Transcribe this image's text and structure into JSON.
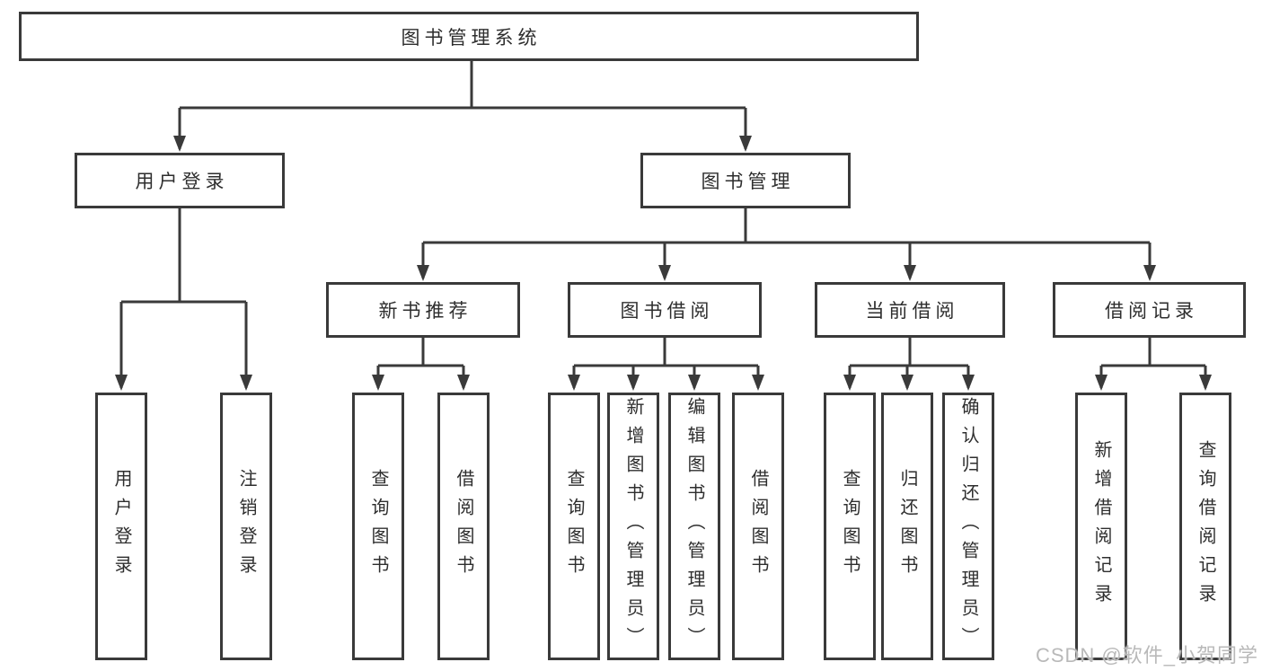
{
  "diagram": {
    "root": {
      "label": "图书管理系统"
    },
    "level2": [
      {
        "label": "用户登录",
        "leaves": [
          "用户登录",
          "注销登录"
        ]
      },
      {
        "label": "图书管理"
      }
    ],
    "level3": [
      {
        "label": "新书推荐",
        "leaves": [
          "查询图书",
          "借阅图书"
        ]
      },
      {
        "label": "图书借阅",
        "leaves": [
          "查询图书",
          "新增图书（管理员）",
          "编辑图书（管理员）",
          "借阅图书"
        ]
      },
      {
        "label": "当前借阅",
        "leaves": [
          "查询图书",
          "归还图书",
          "确认归还（管理员）"
        ]
      },
      {
        "label": "借阅记录",
        "leaves": [
          "新增借阅记录",
          "查询借阅记录"
        ]
      }
    ],
    "colors": {
      "line": "#3a3a3a",
      "text": "#2e2e2e",
      "box_background": "#ffffff",
      "watermark": "#b9b9b9"
    }
  },
  "watermark": {
    "text": "CSDN @软件_小贺同学"
  }
}
